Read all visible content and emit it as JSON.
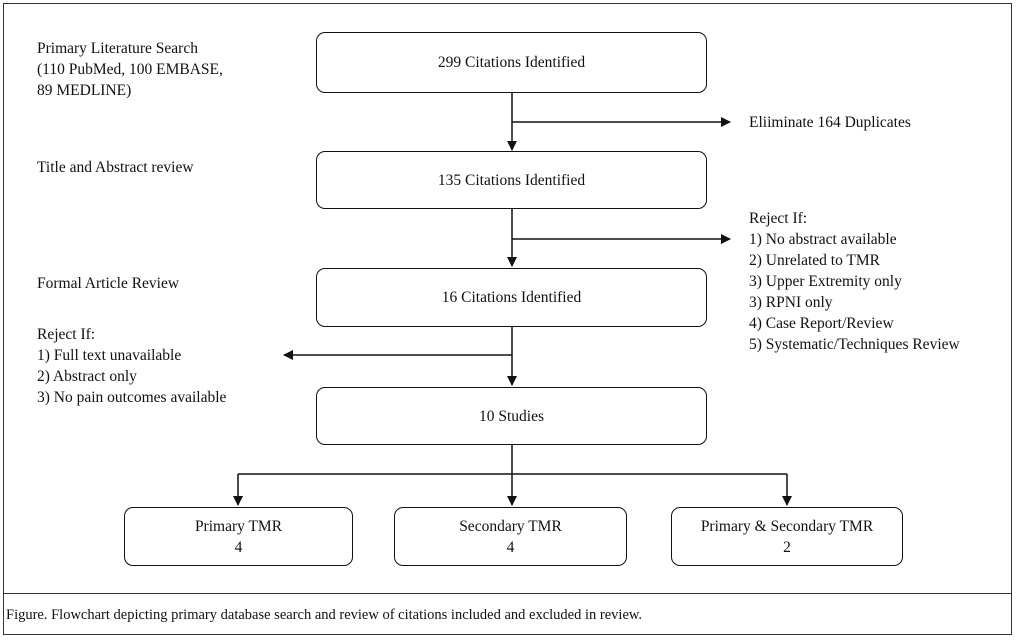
{
  "steps": {
    "primary_search": [
      "Primary Literature Search",
      "(110 PubMed, 100 EMBASE,",
      "89 MEDLINE)"
    ],
    "title_abstract": "Title and Abstract review",
    "formal_review": "Formal Article Review"
  },
  "boxes": {
    "b1": "299 Citations Identified",
    "b2": "135 Citations Identified",
    "b3": "16 Citations Identified",
    "b4": "10 Studies",
    "primary": {
      "title": "Primary TMR",
      "count": "4"
    },
    "secondary": {
      "title": "Secondary TMR",
      "count": "4"
    },
    "both": {
      "title": "Primary & Secondary TMR",
      "count": "2"
    }
  },
  "exclusions": {
    "duplicates": "Eliiminate 164 Duplicates",
    "reject_right": [
      "Reject If:",
      "1) No abstract available",
      "2) Unrelated to TMR",
      "3) Upper Extremity only",
      "3) RPNI only",
      "4) Case Report/Review",
      "5) Systematic/Techniques Review"
    ],
    "reject_left": [
      "Reject If:",
      "1) Full text unavailable",
      "2) Abstract only",
      "3) No pain outcomes available"
    ]
  },
  "caption": "Figure. Flowchart depicting primary database search and review of citations included and excluded in review.",
  "colors": {
    "stroke": "#111111",
    "frame": "#333333"
  }
}
